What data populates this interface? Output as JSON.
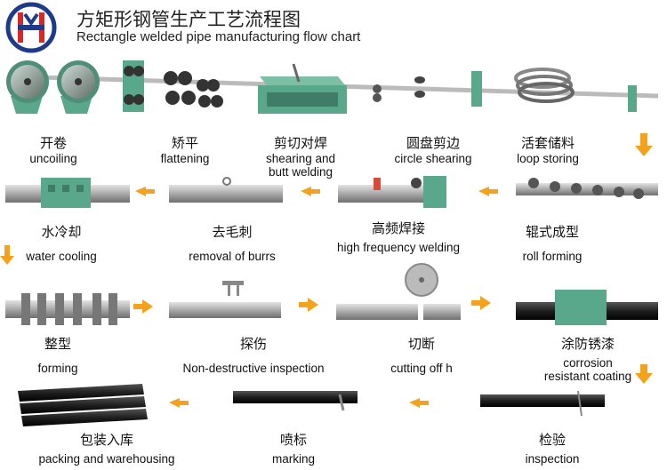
{
  "title": {
    "cn": "方矩形钢管生产工艺流程图",
    "en": "Rectangle welded pipe manufacturing flow chart"
  },
  "logo": {
    "letters": "H",
    "color": "#1e3a8a",
    "accent": "#d62828"
  },
  "colors": {
    "arrow": "#f4a21c",
    "machine": "#5aa88c",
    "pipe": "#9a9a9a",
    "dark_pipe": "#2b2b2b"
  },
  "steps": [
    {
      "cn": "开卷",
      "en": "uncoiling"
    },
    {
      "cn": "矫平",
      "en": "flattening"
    },
    {
      "cn": "剪切对焊",
      "en1": "shearing and",
      "en2": "butt welding"
    },
    {
      "cn": "圆盘剪边",
      "en": "circle shearing"
    },
    {
      "cn": "活套储料",
      "en": "loop storing"
    },
    {
      "cn": "水冷却",
      "en": "water cooling"
    },
    {
      "cn": "去毛刺",
      "en": "removal of burrs"
    },
    {
      "cn": "高频焊接",
      "en": "high frequency welding"
    },
    {
      "cn": "辊式成型",
      "en": "roll forming"
    },
    {
      "cn": "整型",
      "en": "forming"
    },
    {
      "cn": "探伤",
      "en": "Non-destructive inspection"
    },
    {
      "cn": "切断",
      "en": "cutting off h"
    },
    {
      "cn": "涂防锈漆",
      "en1": "corrosion",
      "en2": "resistant coating"
    },
    {
      "cn": "包装入库",
      "en": "packing and warehousing"
    },
    {
      "cn": "喷标",
      "en": "marking"
    },
    {
      "cn": "检验",
      "en": "inspection"
    }
  ]
}
